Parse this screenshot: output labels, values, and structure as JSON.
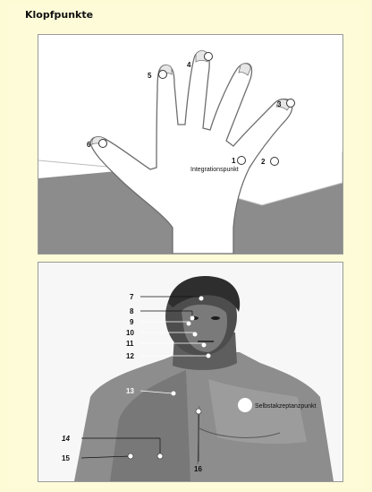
{
  "title": "Klopfpunkte",
  "hand": {
    "points": [
      {
        "label": "1"
      },
      {
        "label": "2"
      },
      {
        "label": "3"
      },
      {
        "label": "4"
      },
      {
        "label": "5"
      },
      {
        "label": "6"
      }
    ],
    "integration_label": "Integrationspunkt"
  },
  "body": {
    "points": [
      {
        "label": "7"
      },
      {
        "label": "8"
      },
      {
        "label": "9"
      },
      {
        "label": "10"
      },
      {
        "label": "11"
      },
      {
        "label": "12"
      },
      {
        "label": "13"
      },
      {
        "label": "14"
      },
      {
        "label": "15"
      },
      {
        "label": "16"
      }
    ],
    "self_acceptance_label": "Selbstakzeptanzpunkt"
  }
}
